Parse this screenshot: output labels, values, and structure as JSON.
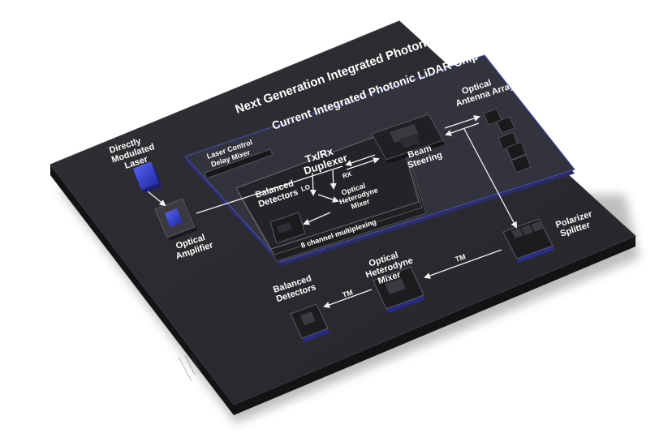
{
  "titles": {
    "next_gen": "Next Generation Integrated Photonic LiDAR Chip",
    "current": "Current Integrated Photonic LiDAR Chip"
  },
  "labels": {
    "dml": [
      "Directly",
      "Modulated",
      "Laser"
    ],
    "amp": [
      "Optical",
      "Amplifier"
    ],
    "laser_ctrl": [
      "Laser Control",
      "Delay Mixer"
    ],
    "duplexer": [
      "Tx/Rx",
      "Duplexer"
    ],
    "lo": "LO",
    "rx": "RX",
    "bal_inner": [
      "Balanced",
      "Detectors"
    ],
    "mixer_inner": [
      "Optical",
      "Heterodyne",
      "Mixer"
    ],
    "multiplex": "8 channel multiplexing",
    "beam": [
      "Beam",
      "Steering"
    ],
    "antenna": [
      "Optical",
      "Antenna Array"
    ],
    "polarizer": [
      "Polarizer",
      "Splitter"
    ],
    "tm_right": "TM",
    "mixer_outer": [
      "Optical",
      "Heterodyne",
      "Mixer"
    ],
    "tm_left": "TM",
    "bal_outer": [
      "Balanced",
      "Detectors"
    ]
  },
  "colors": {
    "chip_top": "#2b2b2e",
    "chip_side": "#151517",
    "inner_panel": "#33333c",
    "inner_edge": "#3a3fae",
    "accent_blue": "#3c47d8",
    "text": "#ffffff"
  }
}
